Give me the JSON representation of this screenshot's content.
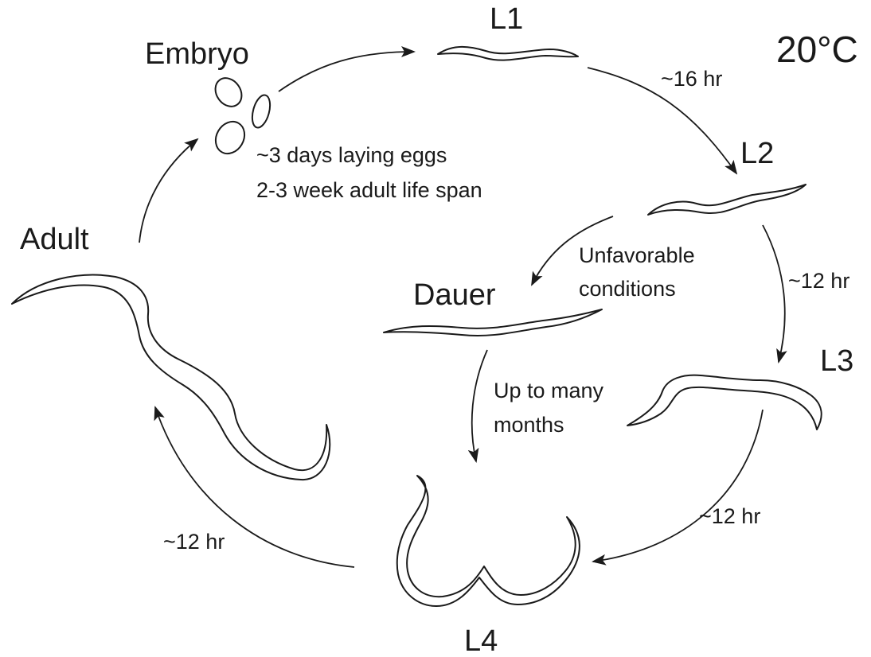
{
  "temperature": "20°C",
  "stages": {
    "embryo": "Embryo",
    "l1": "L1",
    "l2": "L2",
    "l3": "L3",
    "l4": "L4",
    "adult": "Adult",
    "dauer": "Dauer"
  },
  "durations": {
    "l1_to_l2": "~16 hr",
    "l2_to_l3": "~12 hr",
    "l3_to_l4": "~12 hr",
    "l4_to_adult": "~12 hr"
  },
  "notes": {
    "egg_laying": "~3 days laying eggs",
    "life_span": "2-3 week adult life span",
    "unfavorable_line1": "Unfavorable",
    "unfavorable_line2": "conditions",
    "dauer_duration_line1": "Up to many",
    "dauer_duration_line2": "months"
  }
}
